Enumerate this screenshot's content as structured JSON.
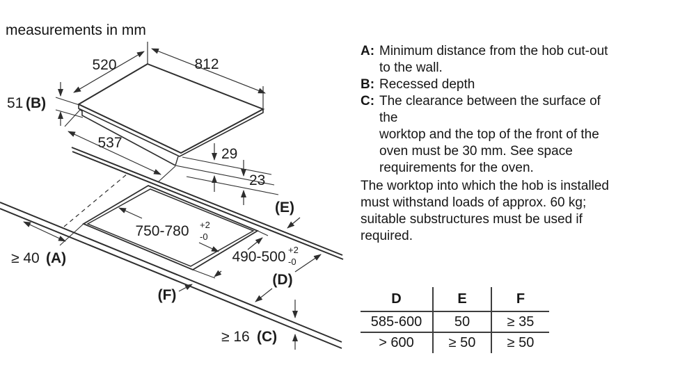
{
  "title": "measurements in mm",
  "diagram": {
    "d520": "520",
    "d812": "812",
    "d51": "51",
    "b_key": "(B)",
    "d537": "537",
    "d29": "29",
    "d23": "23",
    "cutout_long": "750-780",
    "cutout_short": "490-500",
    "tol_plus": "+2",
    "tol_minus": "-0",
    "a_val": "≥ 40",
    "a_key": "(A)",
    "c_val": "≥ 16",
    "c_key": "(C)",
    "d_key": "(D)",
    "e_key": "(E)",
    "f_key": "(F)"
  },
  "legend": [
    {
      "key": "A:",
      "lines": [
        "Minimum distance from the hob cut-out",
        "to the wall."
      ]
    },
    {
      "key": "B:",
      "lines": [
        "Recessed depth"
      ]
    },
    {
      "key": "C:",
      "lines": [
        "The clearance between the surface of the",
        "worktop and the top of the front of the",
        "oven must be 30 mm. See space",
        "requirements for the oven."
      ]
    }
  ],
  "note_lines": [
    "The worktop into which the hob is installed",
    "must withstand loads of approx. 60 kg;",
    "suitable substructures must be used if",
    "required."
  ],
  "table": {
    "headers": [
      "D",
      "E",
      "F"
    ],
    "rows": [
      [
        "585-600",
        "50",
        "≥ 35"
      ],
      [
        "> 600",
        "≥ 50",
        "≥ 50"
      ]
    ]
  }
}
